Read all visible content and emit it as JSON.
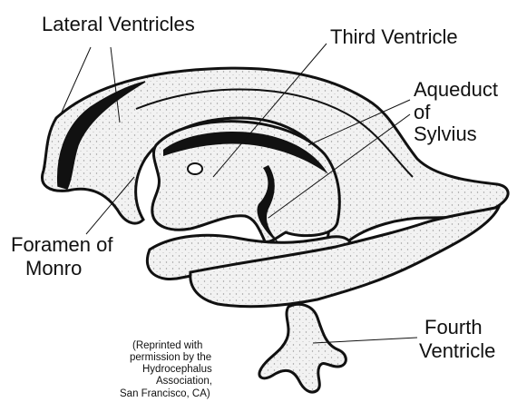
{
  "diagram": {
    "labels": {
      "lateral_ventricles": "Lateral Ventricles",
      "third_ventricle": "Third Ventricle",
      "aqueduct": [
        "Aqueduct",
        "of",
        "Sylvius"
      ],
      "foramen": [
        "Foramen of",
        "Monro"
      ],
      "fourth_ventricle": [
        "Fourth",
        "Ventricle"
      ]
    },
    "credit": [
      "(Reprinted with",
      "permission by the",
      "Hydrocephalus",
      "Association,",
      "San Francisco, CA)"
    ],
    "colors": {
      "ink": "#111111",
      "fill": "#eeeeee",
      "background": "#ffffff"
    }
  }
}
